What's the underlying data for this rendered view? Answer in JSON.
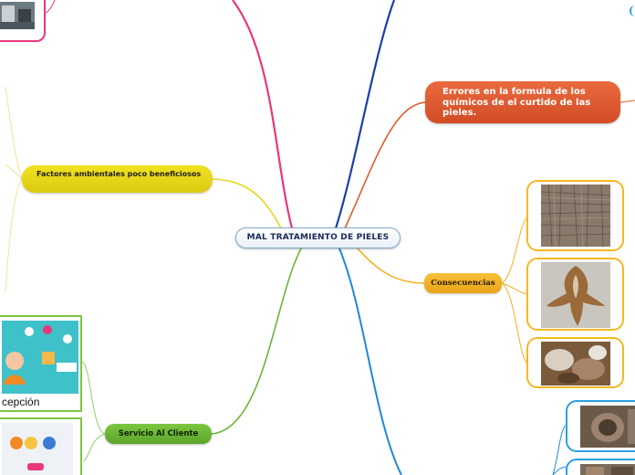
{
  "central": {
    "label": "MAL TRATAMIENTO DE PIELES"
  },
  "branches": {
    "errores": {
      "label": "Errores en la formula de los químicos de el  curtido de las pieles."
    },
    "factores": {
      "label": "Factores ambientales poco beneficiosos"
    },
    "consecuencias": {
      "label": "Consecuencias"
    },
    "servicio": {
      "label": "Servicio Al Cliente"
    }
  },
  "images": {
    "servicio_caption": "cepción"
  },
  "colors": {
    "central_border": "#7fa7c9",
    "errores": "#e05a30",
    "factores": "#e8d51a",
    "consecuencias": "#f0b020",
    "servicio": "#6cb535",
    "blue_branch": "#1e88d8",
    "navy_branch": "#1c3fa8",
    "pink_branch": "#e8377d"
  }
}
